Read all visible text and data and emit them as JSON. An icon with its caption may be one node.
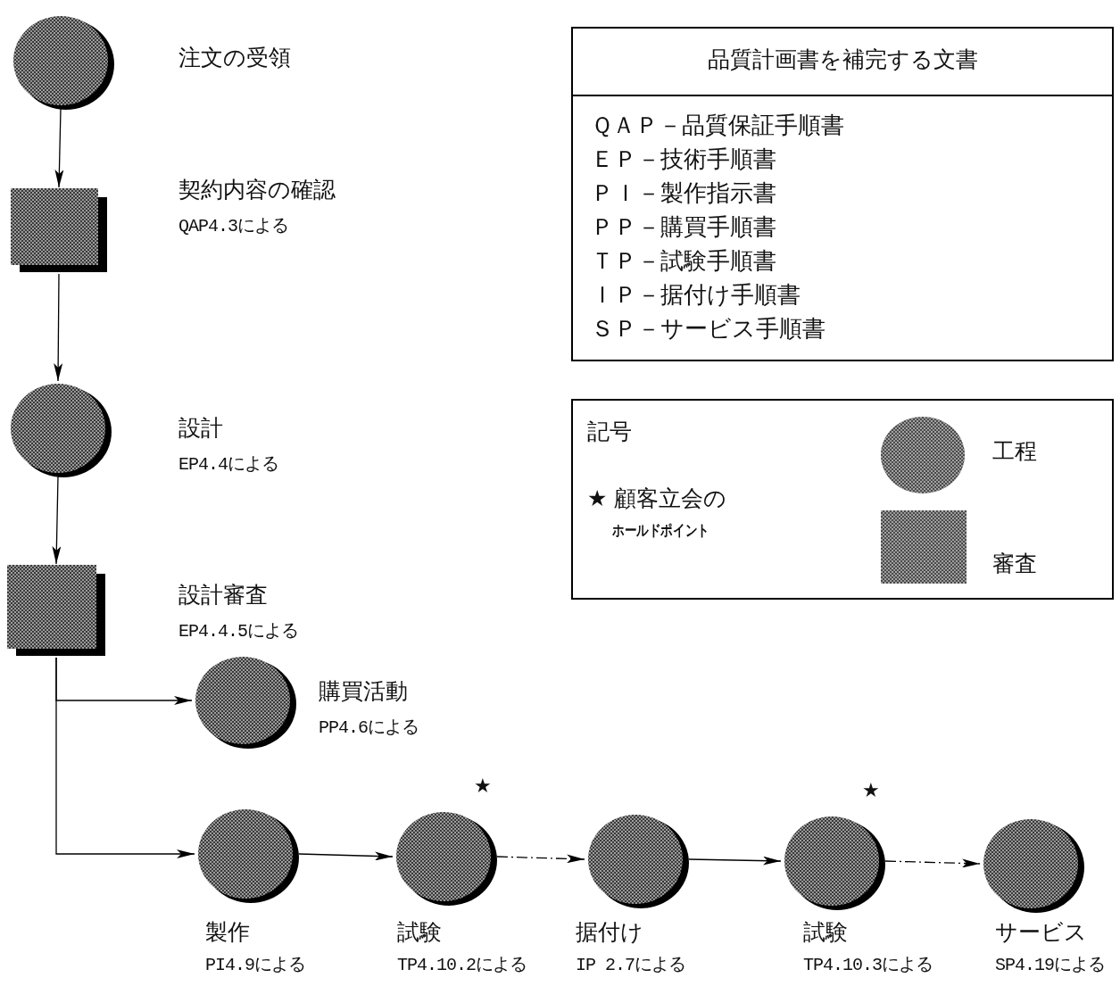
{
  "diagram": {
    "nodes": [
      {
        "text": [],
        "shape": "circle",
        "beside": [
          "注文の受領"
        ]
      },
      {
        "text": [],
        "shape": "box",
        "beside": [
          "契約内容の確認",
          "QAP4.3による"
        ]
      },
      {
        "text": [],
        "shape": "circle",
        "beside": [
          "設計",
          "EP4.4による"
        ]
      },
      {
        "text": [],
        "shape": "box",
        "beside": [
          "設計審査",
          "EP4.4.5による"
        ]
      },
      {
        "text": [],
        "shape": "circle",
        "beside": [
          "購買活動",
          "PP4.6による"
        ]
      },
      {
        "text": [],
        "shape": "circle",
        "beside": [
          "製作",
          "PI4.9による"
        ]
      },
      {
        "text": [],
        "shape": "circle",
        "beside": [
          "★",
          "試験",
          "TP4.10.2による"
        ]
      },
      {
        "text": [],
        "shape": "circle",
        "beside": [
          "据付け",
          "IP 2.7による"
        ]
      },
      {
        "text": [],
        "shape": "circle",
        "beside": [
          "★",
          "試験",
          "TP4.10.3による"
        ]
      },
      {
        "text": [],
        "shape": "circle",
        "beside": [
          "サービス",
          "SP4.19による"
        ]
      },
      {
        "text": [
          "品質計画書を補完する文書",
          "ＱＡＰ－品質保証手順書",
          "ＥＰ－技術手順書",
          "ＰＩ－製作指示書",
          "ＰＰ－購買手順書",
          "ＴＰ－試験手順書",
          "ＩＰ－据付け手順書",
          "ＳＰ－サービス手順書"
        ]
      },
      {
        "text": [
          "記号",
          "★ 顧客立会の",
          "ホールドポイント"
        ]
      }
    ],
    "edges": [
      {
        "from": 0,
        "to": 1,
        "arrow": "to"
      },
      {
        "from": 1,
        "to": 2,
        "arrow": "to"
      },
      {
        "from": 2,
        "to": 3,
        "arrow": "to"
      },
      {
        "from": 3,
        "to": 4,
        "arrow": "to"
      },
      {
        "from": 3,
        "to": 5,
        "arrow": "to"
      },
      {
        "from": 5,
        "to": 6,
        "arrow": "to"
      },
      {
        "from": 6,
        "to": 7,
        "arrow": "to",
        "style": "dashed"
      },
      {
        "from": 7,
        "to": 8,
        "arrow": "to"
      },
      {
        "from": 8,
        "to": 9,
        "arrow": "to",
        "style": "dashed"
      }
    ],
    "legend": [
      {
        "text": "工程",
        "color": "#4a4a4a"
      },
      {
        "text": "審査",
        "color": "#4a4a4a"
      }
    ]
  }
}
